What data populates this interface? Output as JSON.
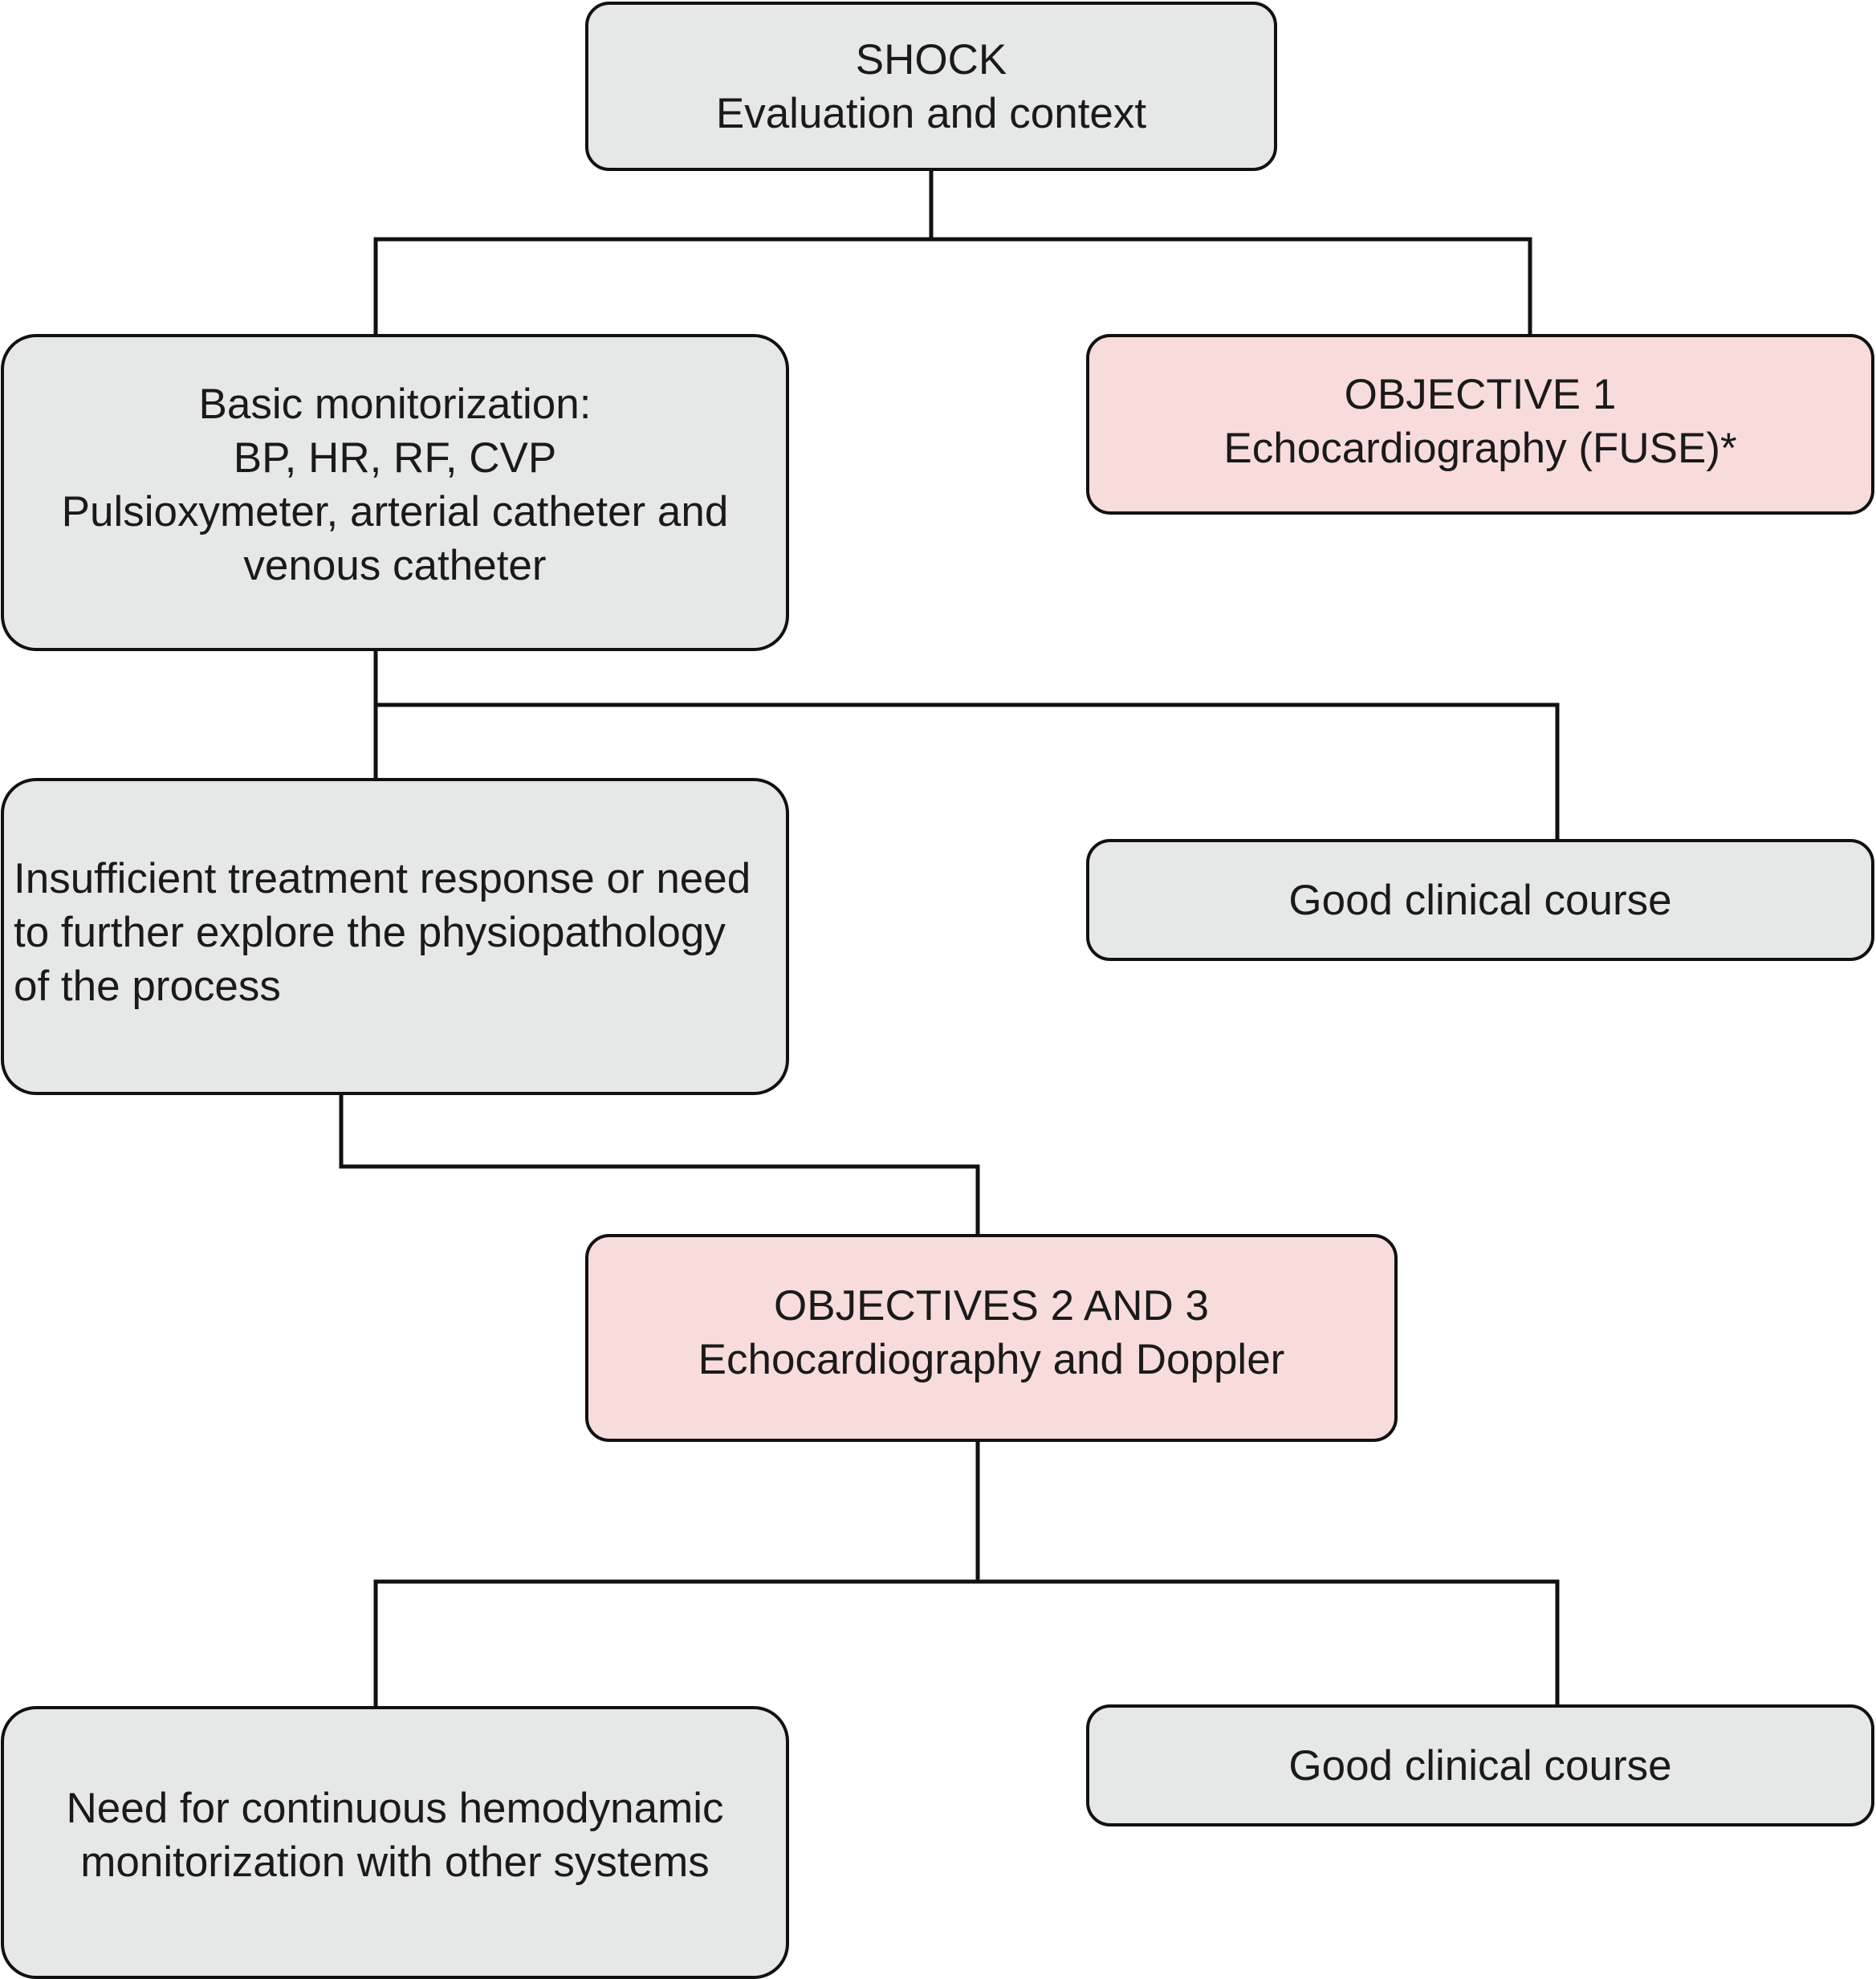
{
  "colors": {
    "box_fill": "#e6e7e7",
    "objective_fill": "#f8dcdb",
    "stroke": "#111111"
  },
  "nodes": {
    "shock": {
      "lines": [
        "SHOCK",
        "Evaluation and context"
      ]
    },
    "basic_monitorization": {
      "lines": [
        "Basic monitorization:",
        "BP, HR, RF, CVP",
        "Pulsioxymeter, arterial catheter and",
        "venous catheter"
      ]
    },
    "objective_1": {
      "lines": [
        "OBJECTIVE 1",
        "Echocardiography (FUSE)*"
      ]
    },
    "insufficient_response": {
      "lines": [
        "Insufficient treatment response or need",
        "to further explore the physiopathology",
        "of the process"
      ]
    },
    "good_course_1": {
      "lines": [
        "Good clinical course"
      ]
    },
    "objectives_2_3": {
      "lines": [
        "OBJECTIVES 2 AND 3",
        "Echocardiography and Doppler"
      ]
    },
    "continuous_monitorization": {
      "lines": [
        "Need for continuous hemodynamic",
        "monitorization with other systems"
      ]
    },
    "good_course_2": {
      "lines": [
        "Good clinical course"
      ]
    }
  }
}
